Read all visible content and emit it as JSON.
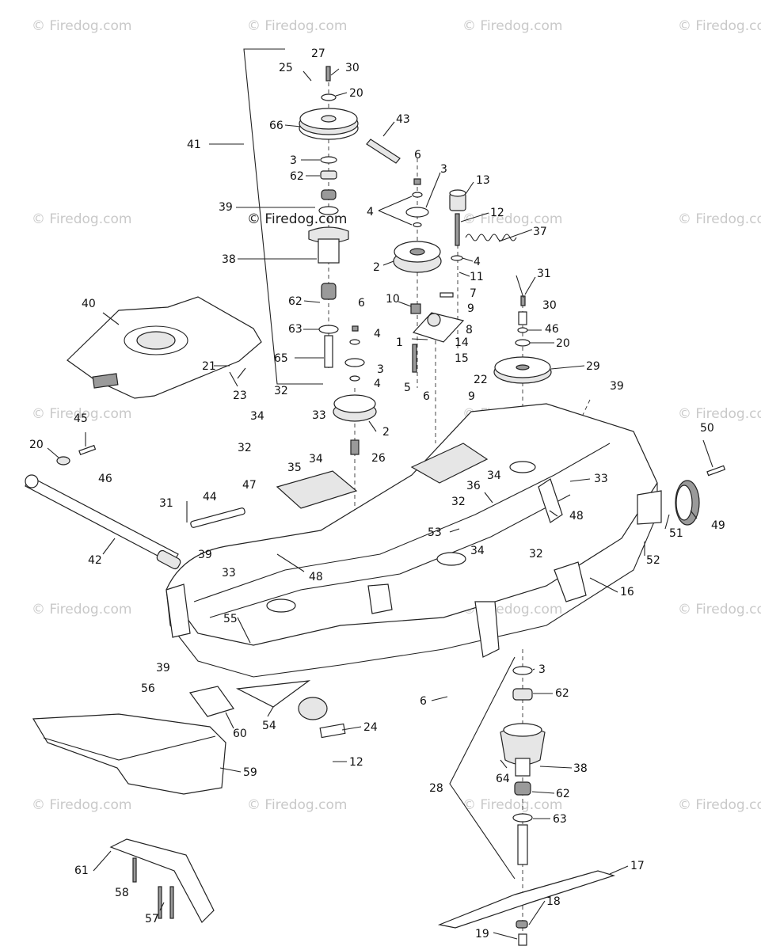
{
  "watermarks": {
    "text": "Firedog.com",
    "corner_text": "© Firedog.com"
  },
  "center_watermark": "© Firedog.com",
  "callouts": [
    {
      "id": "p27",
      "text": "27"
    },
    {
      "id": "p25",
      "text": "25"
    },
    {
      "id": "p30a",
      "text": "30"
    },
    {
      "id": "p20a",
      "text": "20"
    },
    {
      "id": "p66",
      "text": "66"
    },
    {
      "id": "p43",
      "text": "43"
    },
    {
      "id": "p41",
      "text": "41"
    },
    {
      "id": "p3a",
      "text": "3"
    },
    {
      "id": "p62a",
      "text": "62"
    },
    {
      "id": "p6a",
      "text": "6"
    },
    {
      "id": "p3b",
      "text": "3"
    },
    {
      "id": "p13",
      "text": "13"
    },
    {
      "id": "p39a",
      "text": "39"
    },
    {
      "id": "p4a",
      "text": "4"
    },
    {
      "id": "p12a",
      "text": "12"
    },
    {
      "id": "p37",
      "text": "37"
    },
    {
      "id": "p38a",
      "text": "38"
    },
    {
      "id": "p2a",
      "text": "2"
    },
    {
      "id": "p4b",
      "text": "4"
    },
    {
      "id": "p11",
      "text": "11"
    },
    {
      "id": "p40",
      "text": "40"
    },
    {
      "id": "p62b",
      "text": "62"
    },
    {
      "id": "p6b",
      "text": "6"
    },
    {
      "id": "p10",
      "text": "10"
    },
    {
      "id": "p7",
      "text": "7"
    },
    {
      "id": "p31a",
      "text": "31"
    },
    {
      "id": "p9a",
      "text": "9"
    },
    {
      "id": "p30b",
      "text": "30"
    },
    {
      "id": "p63a",
      "text": "63"
    },
    {
      "id": "p4c",
      "text": "4"
    },
    {
      "id": "p8",
      "text": "8"
    },
    {
      "id": "p46a",
      "text": "46"
    },
    {
      "id": "p1",
      "text": "1"
    },
    {
      "id": "p14",
      "text": "14"
    },
    {
      "id": "p20b",
      "text": "20"
    },
    {
      "id": "p65",
      "text": "65"
    },
    {
      "id": "p3c",
      "text": "3"
    },
    {
      "id": "p15",
      "text": "15"
    },
    {
      "id": "p29",
      "text": "29"
    },
    {
      "id": "p21",
      "text": "21"
    },
    {
      "id": "p4d",
      "text": "4"
    },
    {
      "id": "p5",
      "text": "5"
    },
    {
      "id": "p22",
      "text": "22"
    },
    {
      "id": "p32a",
      "text": "32"
    },
    {
      "id": "p6c",
      "text": "6"
    },
    {
      "id": "p9b",
      "text": "9"
    },
    {
      "id": "p23",
      "text": "23"
    },
    {
      "id": "p39b",
      "text": "39"
    },
    {
      "id": "p34a",
      "text": "34"
    },
    {
      "id": "p33a",
      "text": "33"
    },
    {
      "id": "p45",
      "text": "45"
    },
    {
      "id": "p2b",
      "text": "2"
    },
    {
      "id": "p50",
      "text": "50"
    },
    {
      "id": "p20c",
      "text": "20"
    },
    {
      "id": "p32b",
      "text": "32"
    },
    {
      "id": "p34b",
      "text": "34"
    },
    {
      "id": "p26",
      "text": "26"
    },
    {
      "id": "p35",
      "text": "35"
    },
    {
      "id": "p46b",
      "text": "46"
    },
    {
      "id": "p34c",
      "text": "34"
    },
    {
      "id": "p33b",
      "text": "33"
    },
    {
      "id": "p36",
      "text": "36"
    },
    {
      "id": "p47",
      "text": "47"
    },
    {
      "id": "p44",
      "text": "44"
    },
    {
      "id": "p32c",
      "text": "32"
    },
    {
      "id": "p31b",
      "text": "31"
    },
    {
      "id": "p48a",
      "text": "48"
    },
    {
      "id": "p51",
      "text": "51"
    },
    {
      "id": "p49",
      "text": "49"
    },
    {
      "id": "p53",
      "text": "53"
    },
    {
      "id": "p39c",
      "text": "39"
    },
    {
      "id": "p34d",
      "text": "34"
    },
    {
      "id": "p32d",
      "text": "32"
    },
    {
      "id": "p42",
      "text": "42"
    },
    {
      "id": "p52",
      "text": "52"
    },
    {
      "id": "p33c",
      "text": "33"
    },
    {
      "id": "p48b",
      "text": "48"
    },
    {
      "id": "p16",
      "text": "16"
    },
    {
      "id": "p55",
      "text": "55"
    },
    {
      "id": "p3d",
      "text": "3"
    },
    {
      "id": "p39d",
      "text": "39"
    },
    {
      "id": "p56",
      "text": "56"
    },
    {
      "id": "p62c",
      "text": "62"
    },
    {
      "id": "p6d",
      "text": "6"
    },
    {
      "id": "p60",
      "text": "60"
    },
    {
      "id": "p54",
      "text": "54"
    },
    {
      "id": "p24",
      "text": "24"
    },
    {
      "id": "p12b",
      "text": "12"
    },
    {
      "id": "p38b",
      "text": "38"
    },
    {
      "id": "p59",
      "text": "59"
    },
    {
      "id": "p64",
      "text": "64"
    },
    {
      "id": "p28",
      "text": "28"
    },
    {
      "id": "p62d",
      "text": "62"
    },
    {
      "id": "p63b",
      "text": "63"
    },
    {
      "id": "p17",
      "text": "17"
    },
    {
      "id": "p61",
      "text": "61"
    },
    {
      "id": "p18",
      "text": "18"
    },
    {
      "id": "p58",
      "text": "58"
    },
    {
      "id": "p57",
      "text": "57"
    },
    {
      "id": "p19",
      "text": "19"
    }
  ]
}
